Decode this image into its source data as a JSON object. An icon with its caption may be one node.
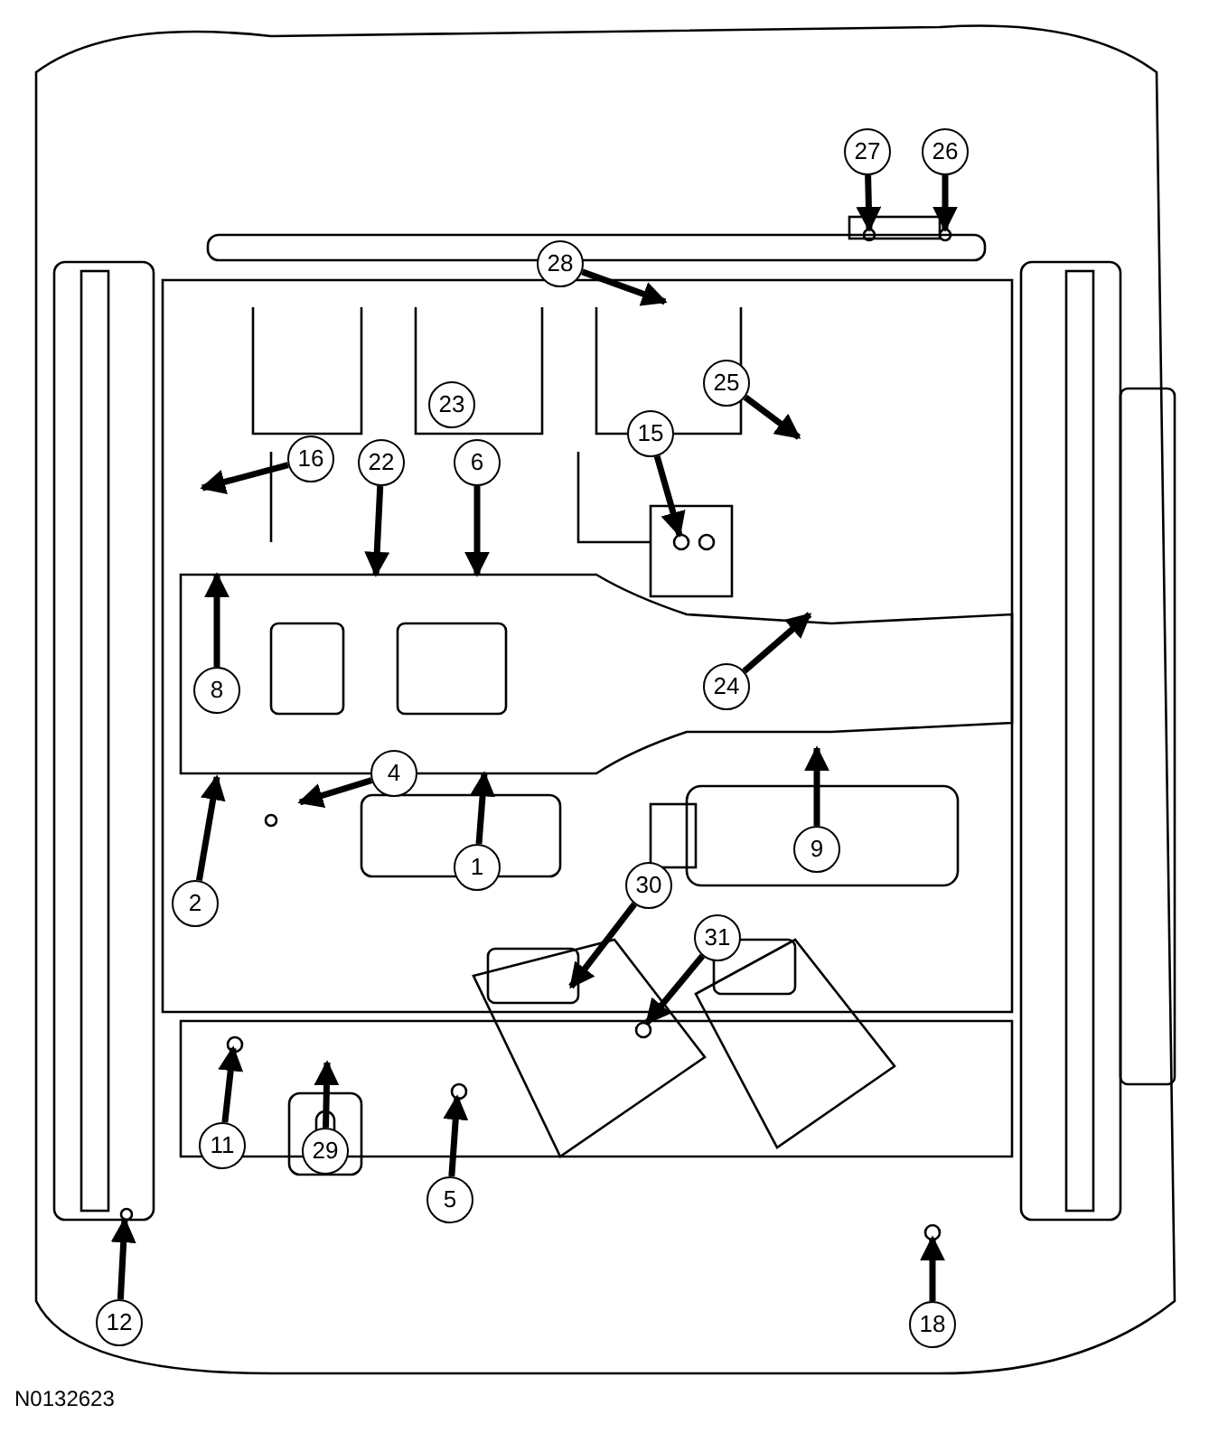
{
  "diagram": {
    "nodes": [
      {
        "text": [
          "27"
        ]
      },
      {
        "text": [
          "26"
        ]
      },
      {
        "text": [
          "28"
        ]
      },
      {
        "text": [
          "25"
        ]
      },
      {
        "text": [
          "15"
        ]
      },
      {
        "text": [
          "16"
        ]
      },
      {
        "text": [
          "22"
        ]
      },
      {
        "text": [
          "6"
        ]
      },
      {
        "text": [
          "8"
        ]
      },
      {
        "text": [
          "24"
        ]
      },
      {
        "text": [
          "4"
        ]
      },
      {
        "text": [
          "9"
        ]
      },
      {
        "text": [
          "2"
        ]
      },
      {
        "text": [
          "1"
        ]
      },
      {
        "text": [
          "30"
        ]
      },
      {
        "text": [
          "31"
        ]
      },
      {
        "text": [
          "11"
        ]
      },
      {
        "text": [
          "29"
        ]
      },
      {
        "text": [
          "5"
        ]
      },
      {
        "text": [
          "12"
        ]
      },
      {
        "text": [
          "18"
        ]
      },
      {
        "text": [
          "23"
        ]
      }
    ],
    "edges": [
      {
        "from": 0,
        "to": null,
        "arrow": "to"
      },
      {
        "from": 1,
        "to": null,
        "arrow": "to"
      },
      {
        "from": 2,
        "to": null,
        "arrow": "to"
      },
      {
        "from": 3,
        "to": null,
        "arrow": "to"
      },
      {
        "from": 4,
        "to": null,
        "arrow": "to"
      },
      {
        "from": 5,
        "to": null,
        "arrow": "to"
      },
      {
        "from": 6,
        "to": null,
        "arrow": "to"
      },
      {
        "from": 7,
        "to": null,
        "arrow": "to"
      },
      {
        "from": 8,
        "to": null,
        "arrow": "to"
      },
      {
        "from": 9,
        "to": null,
        "arrow": "to"
      },
      {
        "from": 10,
        "to": null,
        "arrow": "to"
      },
      {
        "from": 11,
        "to": null,
        "arrow": "to"
      },
      {
        "from": 12,
        "to": null,
        "arrow": "to"
      },
      {
        "from": 13,
        "to": null,
        "arrow": "to"
      },
      {
        "from": 14,
        "to": null,
        "arrow": "to"
      },
      {
        "from": 15,
        "to": null,
        "arrow": "to"
      },
      {
        "from": 16,
        "to": null,
        "arrow": "to"
      },
      {
        "from": 17,
        "to": null,
        "arrow": "to"
      },
      {
        "from": 18,
        "to": null,
        "arrow": "to"
      },
      {
        "from": 19,
        "to": null,
        "arrow": "to"
      },
      {
        "from": 20,
        "to": null,
        "arrow": "to"
      }
    ],
    "labels": [
      "N0132623"
    ]
  }
}
